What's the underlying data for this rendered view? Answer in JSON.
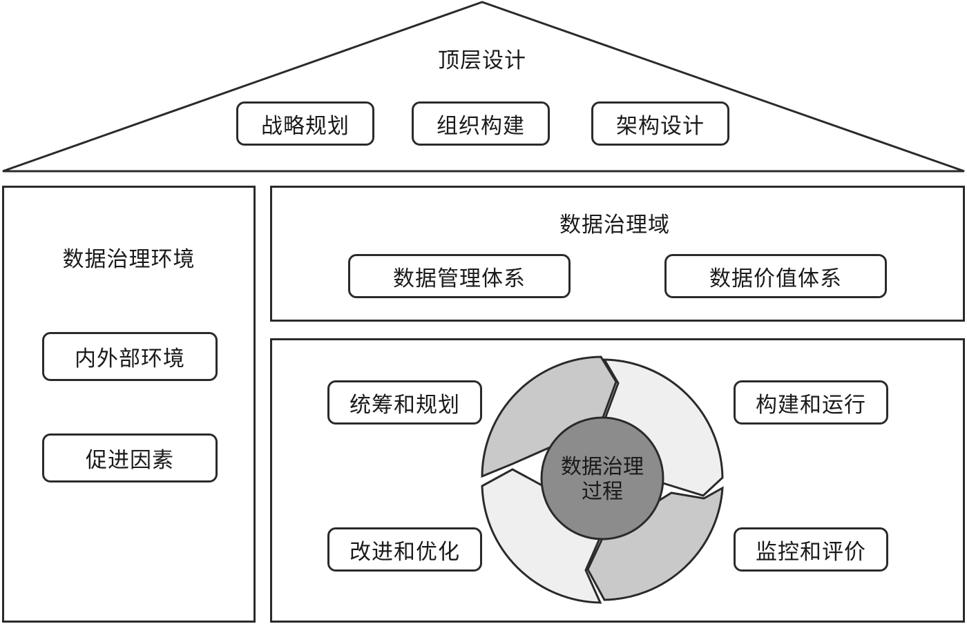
{
  "roof": {
    "title": "顶层设计",
    "items": [
      "战略规划",
      "组织构建",
      "架构设计"
    ]
  },
  "environment": {
    "title": "数据治理环境",
    "items": [
      "内外部环境",
      "促进因素"
    ]
  },
  "domain": {
    "title": "数据治理域",
    "items": [
      "数据管理体系",
      "数据价值体系"
    ]
  },
  "process": {
    "center_line1": "数据治理",
    "center_line2": "过程",
    "stages": [
      "统筹和规划",
      "构建和运行",
      "监控和评价",
      "改进和优化"
    ]
  },
  "colors": {
    "line": "#2a2a2a",
    "center_fill": "#8c8c8c",
    "segment_dark": "#c9c9c9",
    "segment_light": "#efefef"
  }
}
